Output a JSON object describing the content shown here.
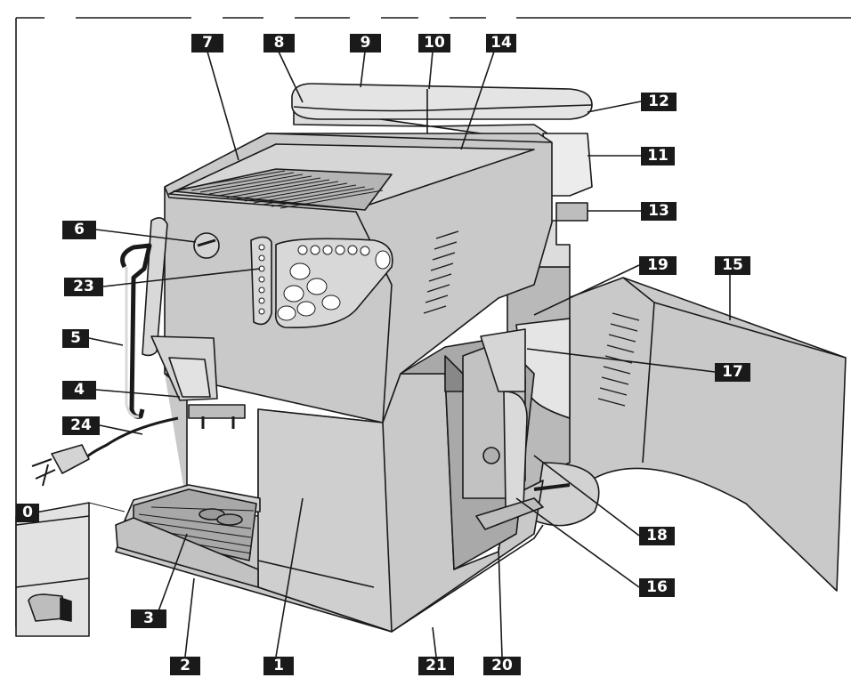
{
  "diagram": {
    "labels": {
      "l0": "0",
      "l1": "1",
      "l2": "2",
      "l3": "3",
      "l4": "4",
      "l5": "5",
      "l6": "6",
      "l7": "7",
      "l8": "8",
      "l9": "9",
      "l10": "10",
      "l11": "11",
      "l12": "12",
      "l13": "13",
      "l14": "14",
      "l15": "15",
      "l16": "16",
      "l17": "17",
      "l18": "18",
      "l19": "19",
      "l20": "20",
      "l21": "21",
      "l23": "23",
      "l24": "24"
    },
    "colors": {
      "body": "#c9c9c9",
      "body_light": "#dcdcdc",
      "body_dark": "#9e9e9e",
      "outline": "#1a1a1a",
      "label_bg": "#1a1a1a",
      "label_text": "#ffffff"
    }
  }
}
